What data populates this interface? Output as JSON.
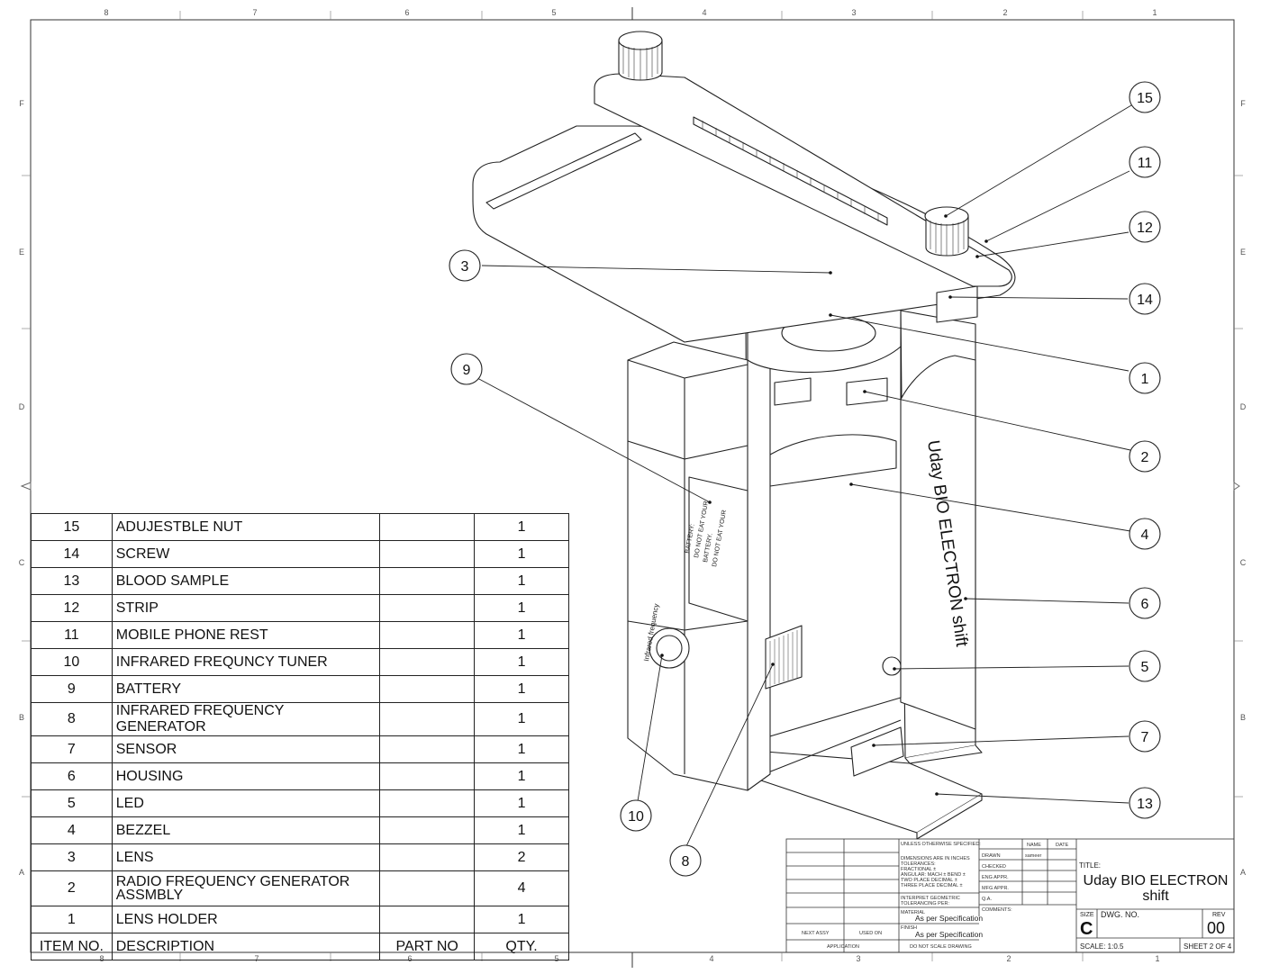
{
  "zones": {
    "cols_top": [
      "8",
      "7",
      "6",
      "5",
      "4",
      "3",
      "2",
      "1"
    ],
    "cols_bottom": [
      "8",
      "7",
      "6",
      "5",
      "4",
      "3",
      "2",
      "1"
    ],
    "rows": [
      "F",
      "E",
      "D",
      "C",
      "B",
      "A"
    ]
  },
  "balloons": [
    "15",
    "11",
    "12",
    "14",
    "3",
    "1",
    "9",
    "2",
    "4",
    "6",
    "5",
    "7",
    "13",
    "10",
    "8"
  ],
  "housing_label": "Uday BIO ELECTRON shift",
  "battery_text": [
    "BATTERY:",
    "DO NOT EAT YOUR",
    "BATTERY.",
    "DO NOT EAT YOUR"
  ],
  "tuner_text": "Infrared frequency",
  "bom": {
    "rows": [
      {
        "item": "15",
        "desc": "ADUJESTBLE NUT",
        "part": "",
        "qty": "1"
      },
      {
        "item": "14",
        "desc": "SCREW",
        "part": "",
        "qty": "1"
      },
      {
        "item": "13",
        "desc": "BLOOD SAMPLE",
        "part": "",
        "qty": "1"
      },
      {
        "item": "12",
        "desc": "STRIP",
        "part": "",
        "qty": "1"
      },
      {
        "item": "11",
        "desc": "MOBILE PHONE REST",
        "part": "",
        "qty": "1"
      },
      {
        "item": "10",
        "desc": "INFRARED FREQUNCY TUNER",
        "part": "",
        "qty": "1"
      },
      {
        "item": "9",
        "desc": "BATTERY",
        "part": "",
        "qty": "1"
      },
      {
        "item": "8",
        "desc": "INFRARED FREQUENCY GENERATOR",
        "part": "",
        "qty": "1"
      },
      {
        "item": "7",
        "desc": "SENSOR",
        "part": "",
        "qty": "1"
      },
      {
        "item": "6",
        "desc": "HOUSING",
        "part": "",
        "qty": "1"
      },
      {
        "item": "5",
        "desc": "LED",
        "part": "",
        "qty": "1"
      },
      {
        "item": "4",
        "desc": "BEZZEL",
        "part": "",
        "qty": "1"
      },
      {
        "item": "3",
        "desc": "LENS",
        "part": "",
        "qty": "2"
      },
      {
        "item": "2",
        "desc": "RADIO FREQUENCY GENERATOR ASSMBLY",
        "part": "",
        "qty": "4"
      },
      {
        "item": "1",
        "desc": "LENS HOLDER",
        "part": "",
        "qty": "1"
      }
    ],
    "header": {
      "item": "ITEM NO.",
      "desc": "DESCRIPTION",
      "part": "PART NO",
      "qty": "QTY."
    }
  },
  "title_block": {
    "unless": "UNLESS OTHERWISE SPECIFIED:",
    "dims": "DIMENSIONS ARE IN INCHES",
    "tol": "TOLERANCES:",
    "frac": "FRACTIONAL ±",
    "ang": "ANGULAR: MACH ±   BEND ±",
    "two": "TWO PLACE DECIMAL   ±",
    "three": "THREE PLACE DECIMAL  ±",
    "interp": "INTERPRET GEOMETRIC",
    "tolper": "TOLERANCING PER:",
    "material": "MATERIAL",
    "material_val": "As per Specification",
    "finish": "FINISH",
    "finish_val": "As per Specification",
    "next_assy": "NEXT ASSY",
    "used_on": "USED ON",
    "application": "APPLICATION",
    "do_not_scale": "DO NOT SCALE DRAWING",
    "name_h": "NAME",
    "date_h": "DATE",
    "drawn": "DRAWN",
    "drawn_name": "sameer",
    "checked": "CHECKED",
    "eng": "ENG APPR.",
    "mfg": "MFG APPR.",
    "qa": "Q.A.",
    "comments": "COMMENTS:",
    "title_label": "TITLE:",
    "title_line1": "Uday BIO ELECTRON",
    "title_line2": "shift",
    "size_label": "SIZE",
    "size_val": "C",
    "dwg_label": "DWG.  NO.",
    "rev_label": "REV",
    "rev_val": "00",
    "scale": "SCALE: 1:0.5",
    "sheet": "SHEET 2 OF 4"
  }
}
